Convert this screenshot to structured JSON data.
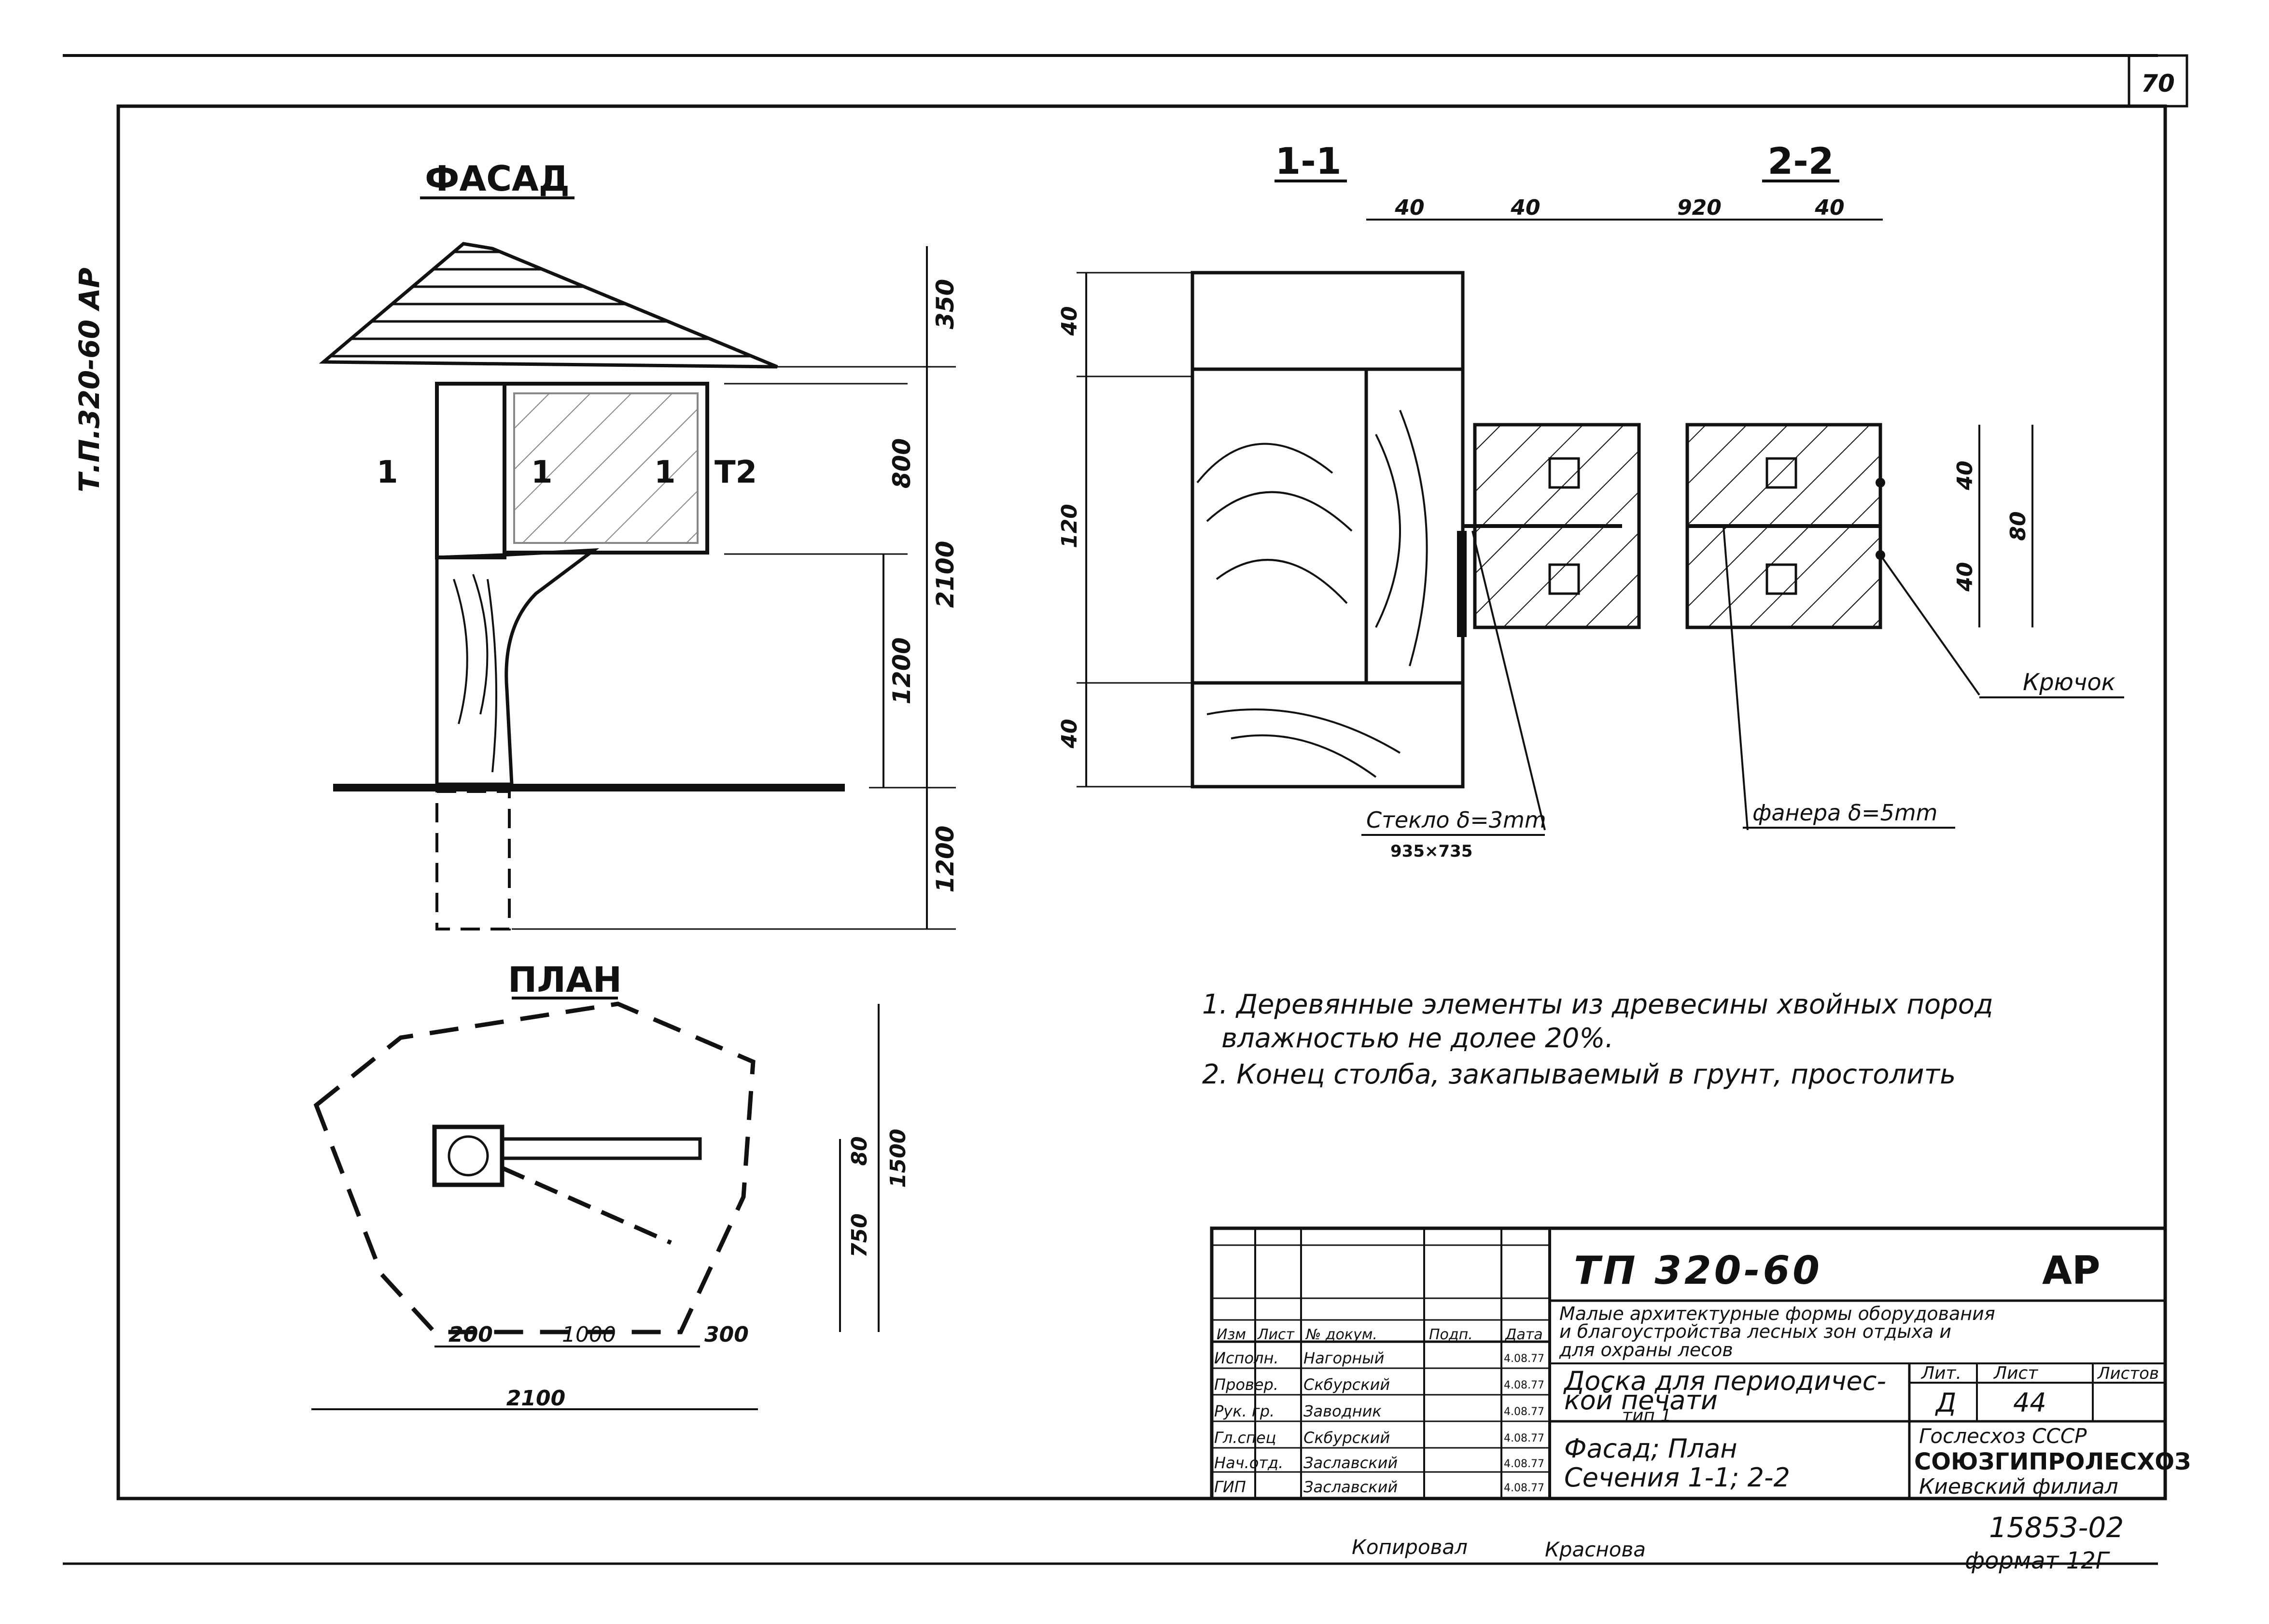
{
  "sheet": {
    "number": "70",
    "side_code": "Т.П.320-60 АР"
  },
  "facade": {
    "title": "ФАСАД",
    "dims": [
      "350",
      "800",
      "2100",
      "1200",
      "1200"
    ],
    "marks": [
      "1",
      "1",
      "1",
      "Т2"
    ]
  },
  "plan": {
    "title": "ПЛАН",
    "dims": [
      "200",
      "1000",
      "300",
      "2100",
      "80",
      "750",
      "1500"
    ]
  },
  "section_1_1": {
    "title": "1-1",
    "dims_top": [
      "40",
      "40"
    ],
    "dims_left": [
      "40",
      "120",
      "40"
    ],
    "glass_label": "Стекло δ=3mm",
    "glass_size": "935×735"
  },
  "section_2_2": {
    "title": "2-2",
    "dims_top": [
      "920",
      "40"
    ],
    "dims_right": [
      "40",
      "40",
      "80"
    ],
    "hook_label": "Крючок",
    "plywood_label": "фанера δ=5mm"
  },
  "notes": [
    "1. Деревянные элементы из древесины хвойных пород",
    "влажностью не долее 20%.",
    "2. Конец столба, закапываемый в грунт, простолить"
  ],
  "title_block": {
    "code": "ТП 320-60",
    "stage": "АР",
    "project": [
      "Малые архитектурные формы оборудования",
      "и благоустройства лесных зон отдыха и",
      "для охраны лесов"
    ],
    "item_title": [
      "Доска для периодичес-",
      "кой печати",
      "тип 1"
    ],
    "sheet_content": [
      "Фасад; План",
      "Сечения 1-1; 2-2"
    ],
    "head_lit": "Лит.",
    "head_sheet": "Лист",
    "head_sheets": "Листов",
    "lit_value": "Д",
    "sheet_value": "44",
    "org1": "Гослесхоз СССР",
    "org2": "СОЮЗГИПРОЛЕСХОЗ",
    "org3": "Киевский филиал",
    "col_headers": [
      "Изм",
      "Лист",
      "№ докум.",
      "Подп.",
      "Дата"
    ],
    "roles": [
      {
        "role": "Исполн.",
        "name": "Нагорный",
        "date": "4.08.77"
      },
      {
        "role": "Провер.",
        "name": "Скбурский",
        "date": "4.08.77"
      },
      {
        "role": "Рук. гр.",
        "name": "Заводник",
        "date": "4.08.77"
      },
      {
        "role": "Гл.спец",
        "name": "Скбурский",
        "date": "4.08.77"
      },
      {
        "role": "Нач.отд.",
        "name": "Заславский",
        "date": "4.08.77"
      },
      {
        "role": "ГИП",
        "name": "Заславский",
        "date": "4.08.77"
      }
    ]
  },
  "footer": {
    "copied_label": "Копировал",
    "copied_name": "Краснова",
    "inv_number": "15853-02",
    "format": "формат 12Г"
  }
}
